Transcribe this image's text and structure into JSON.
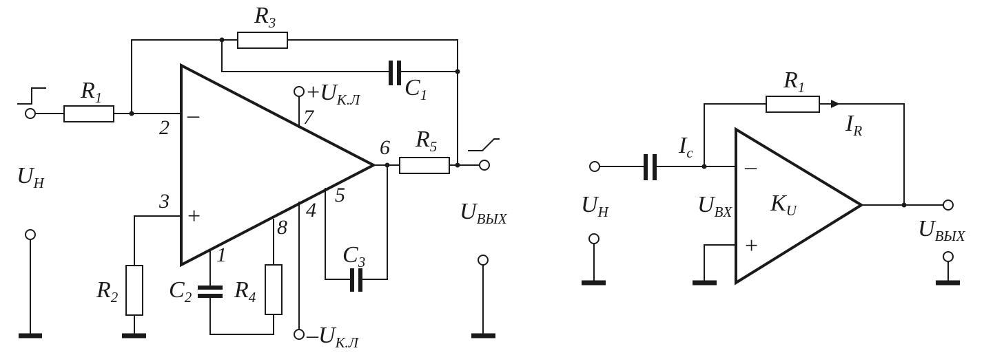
{
  "left_circuit": {
    "R1": {
      "main": "R",
      "sub": "1"
    },
    "R2": {
      "main": "R",
      "sub": "2"
    },
    "R3": {
      "main": "R",
      "sub": "3"
    },
    "R4": {
      "main": "R",
      "sub": "4"
    },
    "R5": {
      "main": "R",
      "sub": "5"
    },
    "C1": {
      "main": "C",
      "sub": "1"
    },
    "C2": {
      "main": "C",
      "sub": "2"
    },
    "C3": {
      "main": "C",
      "sub": "3"
    },
    "U_in": {
      "main": "U",
      "sub": "Н"
    },
    "U_out": {
      "main": "U",
      "sub": "ВЫХ"
    },
    "supply_pos": {
      "sign": "+",
      "main": "U",
      "sub": "К.Л"
    },
    "supply_neg": {
      "sign": "–",
      "main": "U",
      "sub": "К.Л"
    },
    "pins": {
      "p1": "1",
      "p2": "2",
      "p3": "3",
      "p4": "4",
      "p5": "5",
      "p6": "6",
      "p7": "7",
      "p8": "8"
    },
    "minus_sign": "–",
    "plus_sign": "+"
  },
  "right_circuit": {
    "R1": {
      "main": "R",
      "sub": "1"
    },
    "I_c": {
      "main": "I",
      "sub": "c"
    },
    "I_R": {
      "main": "I",
      "sub": "R"
    },
    "U_in": {
      "main": "U",
      "sub": "Н"
    },
    "U_bx": {
      "main": "U",
      "sub": "BX"
    },
    "K_u": {
      "main": "K",
      "sub": "U"
    },
    "U_out": {
      "main": "U",
      "sub": "ВЫХ"
    },
    "minus_sign": "–",
    "plus_sign": "+"
  }
}
